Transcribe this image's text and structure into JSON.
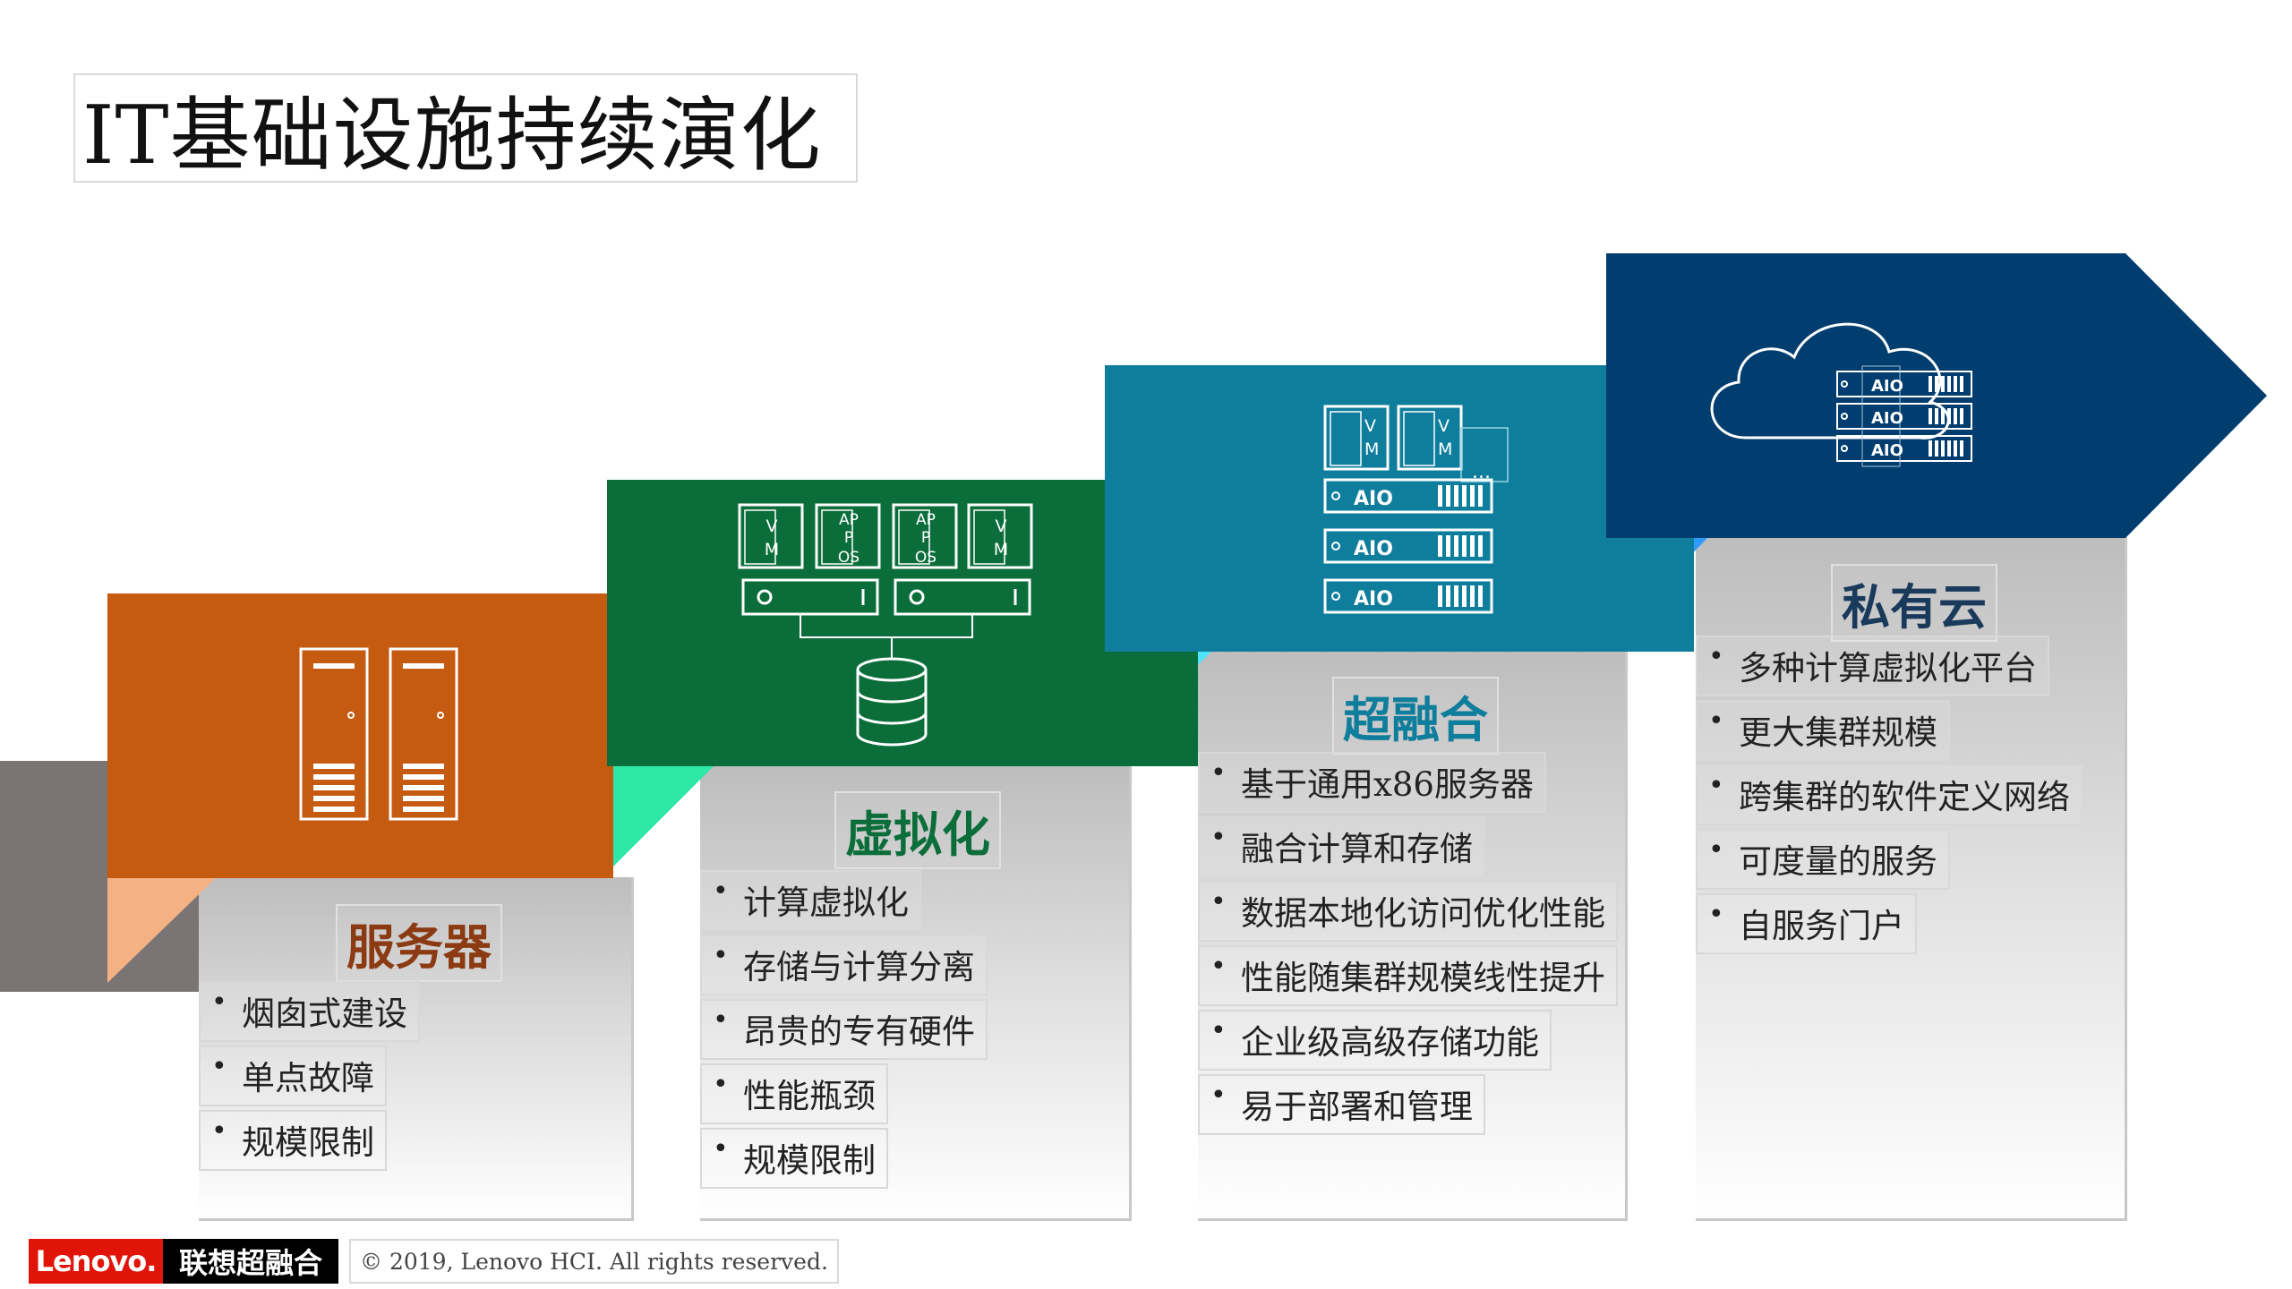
{
  "title": "IT基础设施持续演化",
  "stages": [
    {
      "heading": "服务器",
      "color": "#c55a11",
      "items": [
        "烟囱式建设",
        "单点故障",
        "规模限制"
      ]
    },
    {
      "heading": "虚拟化",
      "color": "#0b6e3a",
      "items": [
        "计算虚拟化",
        "存储与计算分离",
        "昂贵的专有硬件",
        "性能瓶颈",
        "规模限制"
      ]
    },
    {
      "heading": "超融合",
      "color": "#0f7d9c",
      "items": [
        "基于通用x86服务器",
        "融合计算和存储",
        "数据本地化访问优化性能",
        "性能随集群规模线性提升",
        "企业级高级存储功能",
        "易于部署和管理"
      ]
    },
    {
      "heading": "私有云",
      "color": "#013d6e",
      "items": [
        "多种计算虚拟化平台",
        "更大集群规模",
        "跨集群的软件定义网络",
        "可度量的服务",
        "自服务门户"
      ]
    }
  ],
  "icons": {
    "vm": [
      "V",
      "M"
    ],
    "app": [
      "AP",
      "P",
      "OS"
    ],
    "aio": "AIO",
    "ellipsis": "..."
  },
  "footer": {
    "logo_brand": "Lenovo.",
    "logo_product": "联想超融合",
    "copyright": "© 2019, Lenovo HCI. All rights reserved."
  }
}
